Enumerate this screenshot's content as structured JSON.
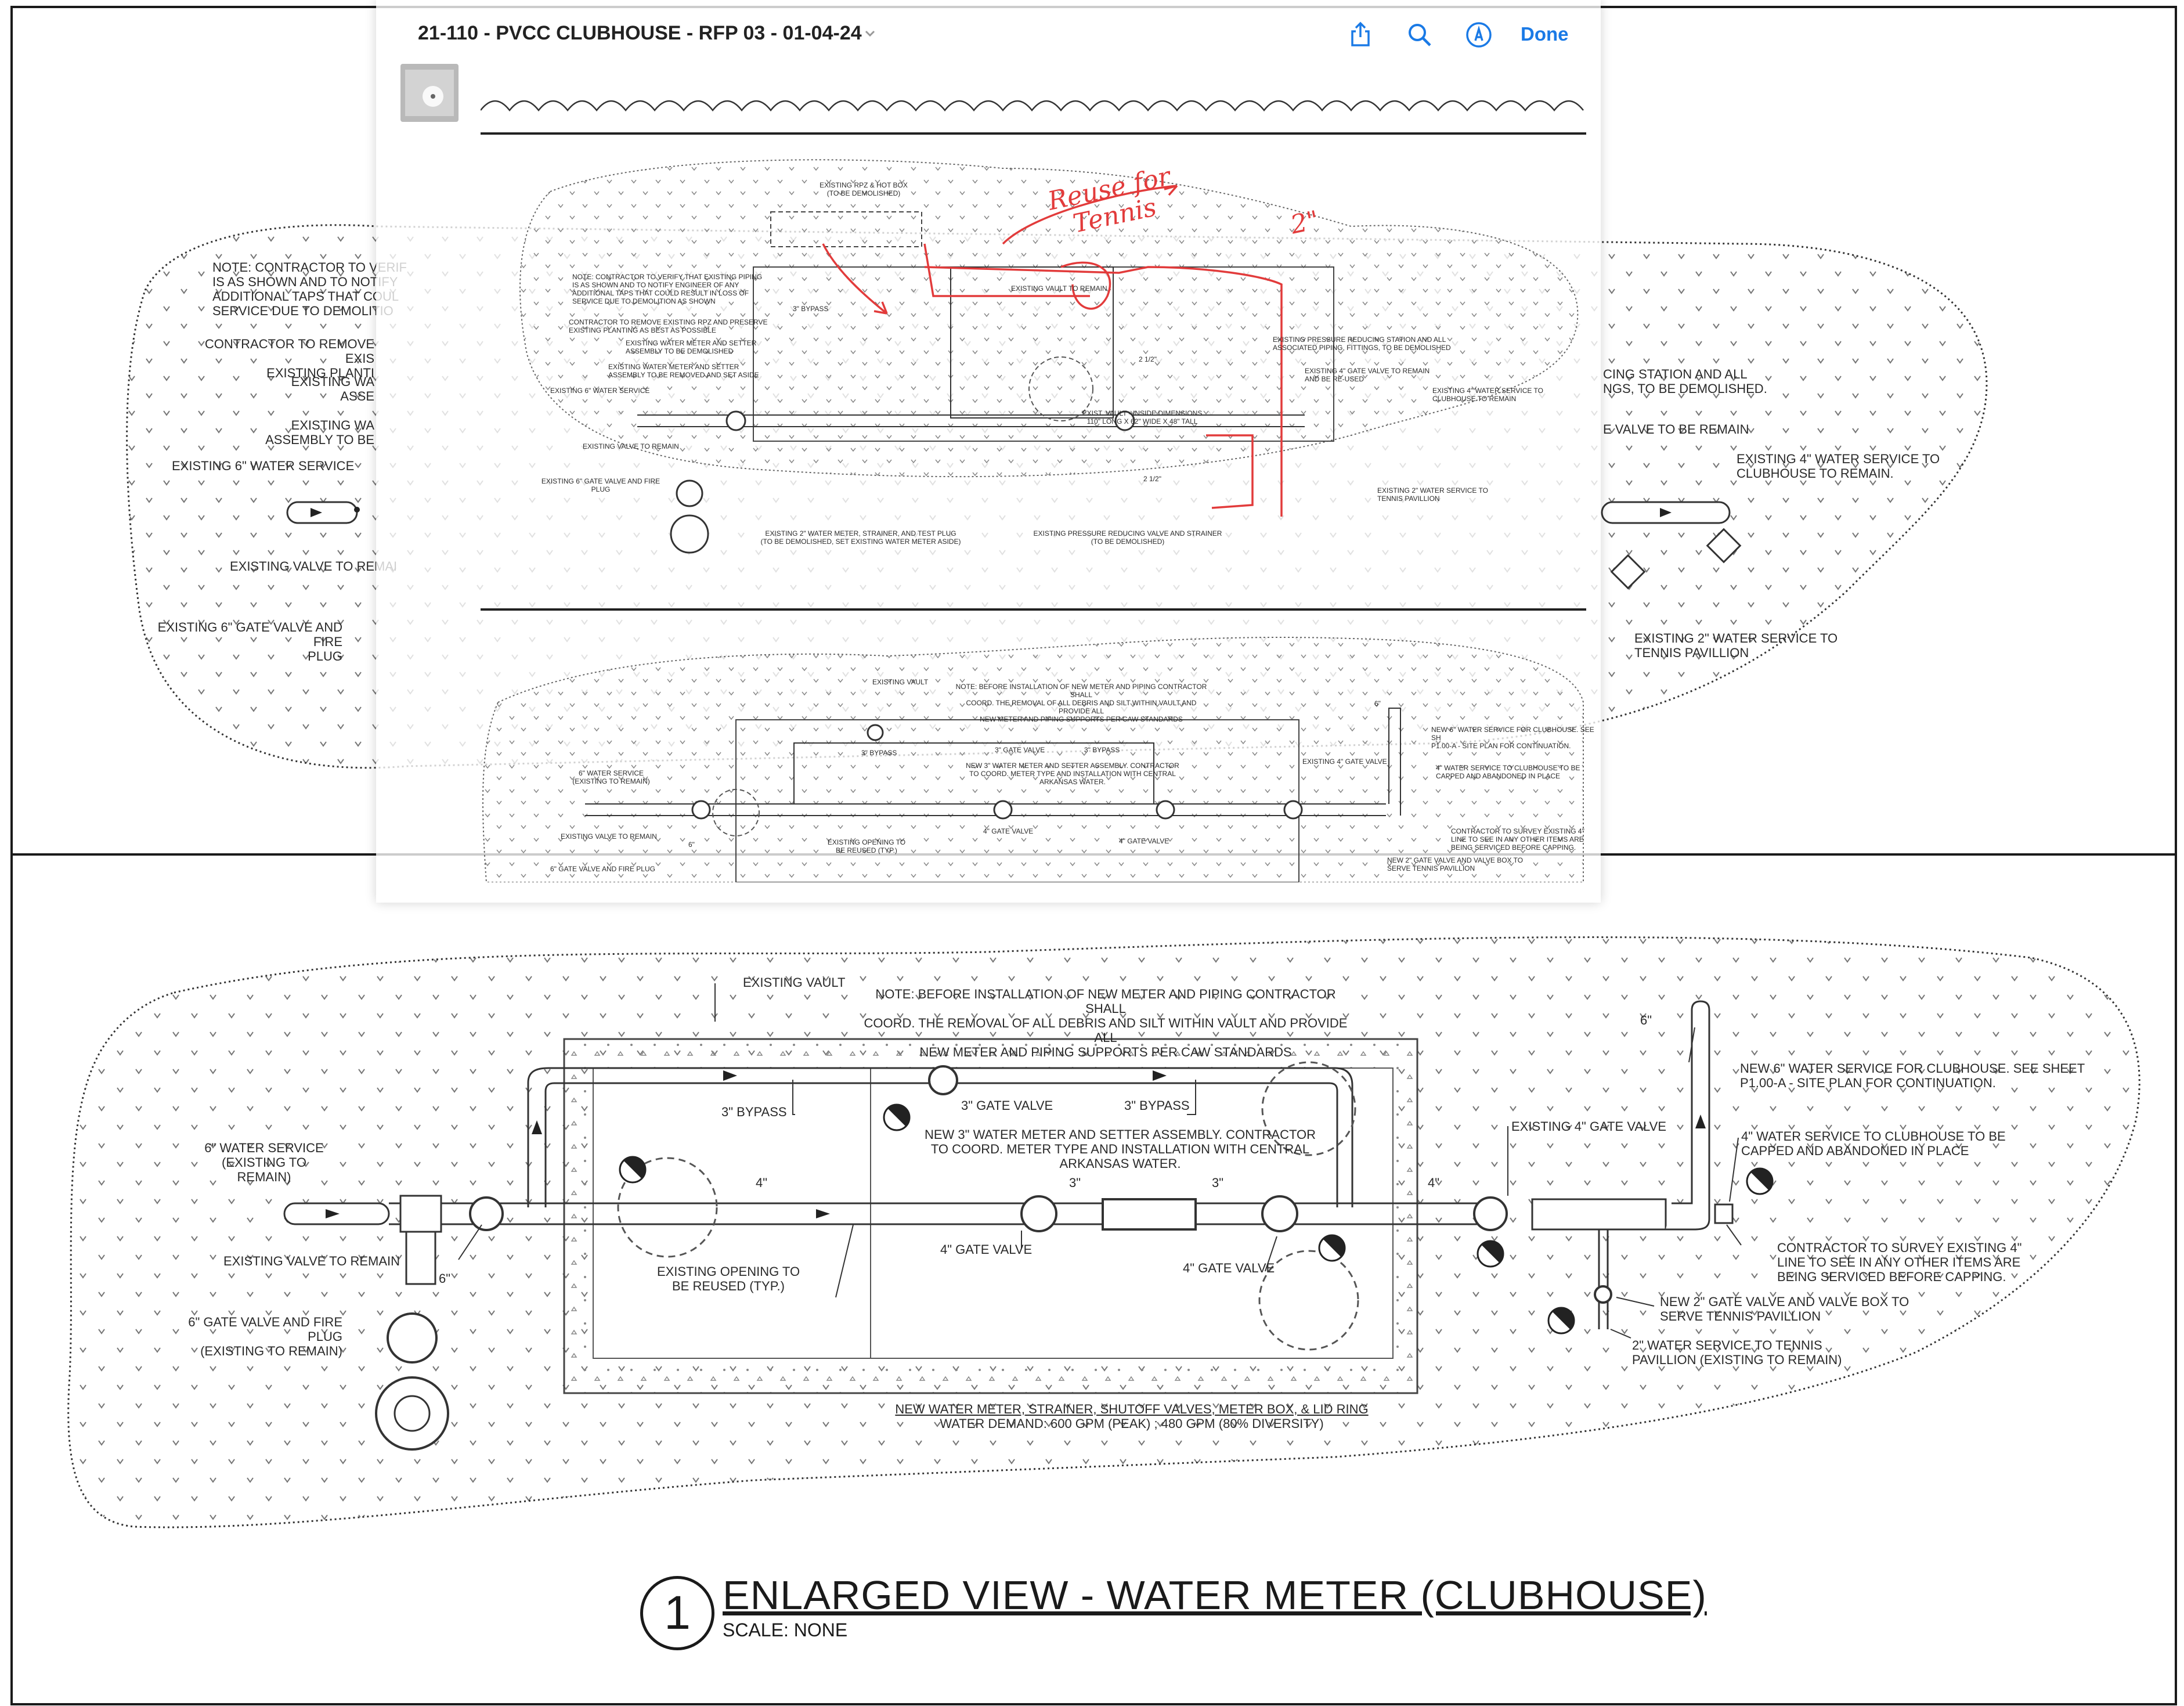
{
  "viewer": {
    "doc_title": "21-110 - PVCC CLUBHOUSE - RFP 03  - 01-04-24",
    "done_label": "Done",
    "icons": [
      "share-icon",
      "search-icon",
      "markup-icon",
      "chevron-down-icon"
    ]
  },
  "annotations": {
    "handwritten_1": "Reuse for",
    "handwritten_2": "Tennis",
    "handwritten_3": "2\""
  },
  "drawing": {
    "title": "ENLARGED VIEW - WATER METER (CLUBHOUSE)",
    "scale": "SCALE: NONE",
    "detail_number": "1",
    "note_top": "NOTE: BEFORE INSTALLATION OF NEW METER AND PIPING CONTRACTOR SHALL\nCOORD. THE REMOVAL OF ALL DEBRIS AND SILT WITHIN VAULT AND PROVIDE ALL\nNEW METER AND PIPING SUPPORTS PER CAW STANDARDS",
    "existing_vault": "EXISTING VAULT",
    "bypass_3_left": "3\" BYPASS",
    "bypass_3_right": "3\" BYPASS",
    "gate_valve_3": "3\" GATE VALVE",
    "new_meter": "NEW 3\" WATER METER AND SETTER ASSEMBLY. CONTRACTOR\nTO COORD. METER TYPE AND INSTALLATION WITH CENTRAL\nARKANSAS WATER.",
    "service_6": "6\" WATER SERVICE\n(EXISTING TO REMAIN)",
    "existing_valve": "EXISTING VALVE TO REMAIN",
    "gate_valve_6": "6\" GATE VALVE AND FIRE PLUG\n(EXISTING TO REMAIN)",
    "dim_6": "6\"",
    "dim_4_a": "4\"",
    "dim_4_b": "4\"",
    "dim_3_a": "3\"",
    "dim_3_b": "3\"",
    "existing_opening": "EXISTING OPENING TO\nBE REUSED (TYP.)",
    "gate_valve_4_a": "4\" GATE VALVE",
    "gate_valve_4_b": "4\" GATE VALVE",
    "existing_4_gate": "EXISTING 4\" GATE VALVE",
    "new_6_service": "NEW 6\" WATER SERVICE FOR CLUBHOUSE.  SEE SHEET\nP1.00-A - SITE PLAN FOR CONTINUATION.",
    "service_4_capped": "4\" WATER SERVICE TO CLUBHOUSE  TO BE\nCAPPED AND ABANDONED IN PLACE",
    "contractor_survey": "CONTRACTOR TO SURVEY EXISTING 4\"\nLINE TO SEE IN ANY OTHER ITEMS ARE\nBEING SERVICED BEFORE CAPPING.",
    "new_2_gate": "NEW 2\" GATE VALVE AND VALVE BOX TO\nSERVE TENNIS PAVILLION",
    "service_2_tennis": "2\" WATER SERVICE TO TENNIS\nPAVILLION (EXISTING TO REMAIN)",
    "meter_note_1": "NEW WATER METER, STRAINER, SHUTOFF VALVES, METER BOX, & LID RING",
    "meter_note_2": "WATER DEMAND: 600 GPM (PEAK) ; 480 GPM (80% DIVERSITY)",
    "dim_6_top": "6\""
  },
  "upper_drawing": {
    "note_left": "NOTE: CONTRACTOR TO VERIF\nIS AS SHOWN AND TO NOTIFY\nADDITIONAL TAPS THAT COUL\nSERVICE DUE TO DEMOLITIO",
    "remove_rpz": "CONTRACTOR TO REMOVE EXIS\nEXISTING PLANTI",
    "existing_wa_1": "EXISTING WA\nASSE",
    "existing_wa_2": "EXISTING WA\nASSEMBLY TO BE",
    "service_6_existing": "EXISTING 6\" WATER SERVICE",
    "valve_remain": "EXISTING VALVE TO REMAI",
    "gate_fire_plug": "EXISTING 6\" GATE VALVE AND FIRE\nPLUG",
    "station_right": "CING STATION AND ALL\nNGS, TO BE DEMOLISHED.",
    "valve_right": "E VALVE TO BE REMAIN",
    "service_4_right": "EXISTING 4\" WATER SERVICE TO\nCLUBHOUSE TO REMAIN.",
    "service_2_right": "EXISTING 2\" WATER SERVICE TO\nTENNIS PAVILLION"
  },
  "overlay_page": {
    "rpz_box": "EXISTING RPZ & HOT BOX\n(TO BE DEMOLISHED)",
    "note": "NOTE: CONTRACTOR TO VERIFY THAT EXISTING PIPING\nIS AS SHOWN AND TO NOTIFY ENGINEER OF ANY\nADDITIONAL TAPS THAT COULD RESULT IN LOSS OF\nSERVICE DUE TO DEMOLITION AS SHOWN",
    "bypass": "3\" BYPASS",
    "remove_rpz": "CONTRACTOR TO REMOVE EXISTING RPZ AND PRESERVE\nEXISTING PLANTING AS BEST AS POSSIBLE",
    "meter_demolished": "EXISTING WATER METER AND SETTER\nASSEMBLY TO BE DEMOLISHED",
    "meter_removed": "EXISTING WATER METER AND SETTER\nASSEMBLY TO BE REMOVED AND SET ASIDE",
    "service_6": "EXISTING 6\" WATER SERVICE",
    "valve_remain": "EXISTING VALVE TO REMAIN",
    "gate_fire": "EXISTING 6\" GATE VALVE AND FIRE\nPLUG",
    "vault_remain": "EXISTING VAULT TO REMAIN",
    "pressure_station": "EXISTING PRESSURE REDUCING STATION AND ALL\nASSOCIATED PIPING, FITTINGS, TO BE DEMOLISHED",
    "gate_4_remain": "EXISTING 4\" GATE VALVE TO REMAIN\nAND BE RE-USED",
    "service_4_remain": "EXISTING 4\" WATER SERVICE TO\nCLUBHOUSE TO REMAIN",
    "dim_212_a": "2 1/2\"",
    "dim_212_b": "2 1/2\"",
    "vault_dims": "EXIST. VAULT - INSIDE DIMENSIONS\n110\" LONG X 62\" WIDE X 48\" TALL",
    "service_2_tennis": "EXISTING 2\" WATER SERVICE TO\nTENNIS PAVILLION",
    "meter_strainer": "EXISTING 2\" WATER METER, STRAINER, AND TEST PLUG\n(TO BE DEMOLISHED, SET EXISTING WATER METER ASIDE)",
    "prv_strainer": "EXISTING PRESSURE REDUCING VALVE AND STRAINER\n(TO BE DEMOLISHED)",
    "lower_vault": "EXISTING VAULT",
    "lower_note": "NOTE: BEFORE INSTALLATION OF NEW METER AND PIPING CONTRACTOR SHALL\nCOORD. THE REMOVAL OF ALL DEBRIS AND SILT WITHIN VAULT AND PROVIDE ALL\nNEW METER AND PIPING SUPPORTS PER CAW STANDARDS",
    "lower_bypass_l": "3\" BYPASS",
    "lower_gate_3": "3\" GATE VALVE",
    "lower_bypass_r": "3\" BYPASS",
    "lower_new_meter": "NEW 3\" WATER METER AND SETTER ASSEMBLY. CONTRACTOR\nTO COORD. METER TYPE AND INSTALLATION WITH CENTRAL\nARKANSAS WATER.",
    "lower_service_6": "6\" WATER SERVICE\n(EXISTING TO REMAIN)",
    "lower_valve": "EXISTING VALVE TO REMAIN",
    "lower_gate_fire": "6\" GATE VALVE AND FIRE PLUG",
    "lower_opening": "EXISTING OPENING TO\nBE REUSED (TYP.)",
    "lower_gate_4_a": "4\" GATE VALVE",
    "lower_gate_4_b": "4\" GATE VALVE",
    "lower_existing_4": "EXISTING 4\" GATE VALVE",
    "lower_new_6": "NEW 6\" WATER SERVICE FOR CLUBHOUSE. SEE SH\nP1.00-A - SITE PLAN FOR CONTINUATION.",
    "lower_capped": "4\" WATER SERVICE TO CLUBHOUSE TO BE\nCAPPED AND ABANDONED IN PLACE",
    "lower_survey": "CONTRACTOR TO SURVEY EXISTING 4\"\nLINE TO SEE IN ANY OTHER ITEMS ARE\nBEING SERVICED BEFORE CAPPING.",
    "lower_new_2": "NEW 2\" GATE VALVE AND VALVE BOX TO\nSERVE TENNIS PAVILLION",
    "dim_6": "6\"",
    "dim_6_top": "6\""
  },
  "colors": {
    "accent": "#1a7ae6",
    "markup_red": "#e23b3b",
    "line": "#1a1a1a"
  }
}
